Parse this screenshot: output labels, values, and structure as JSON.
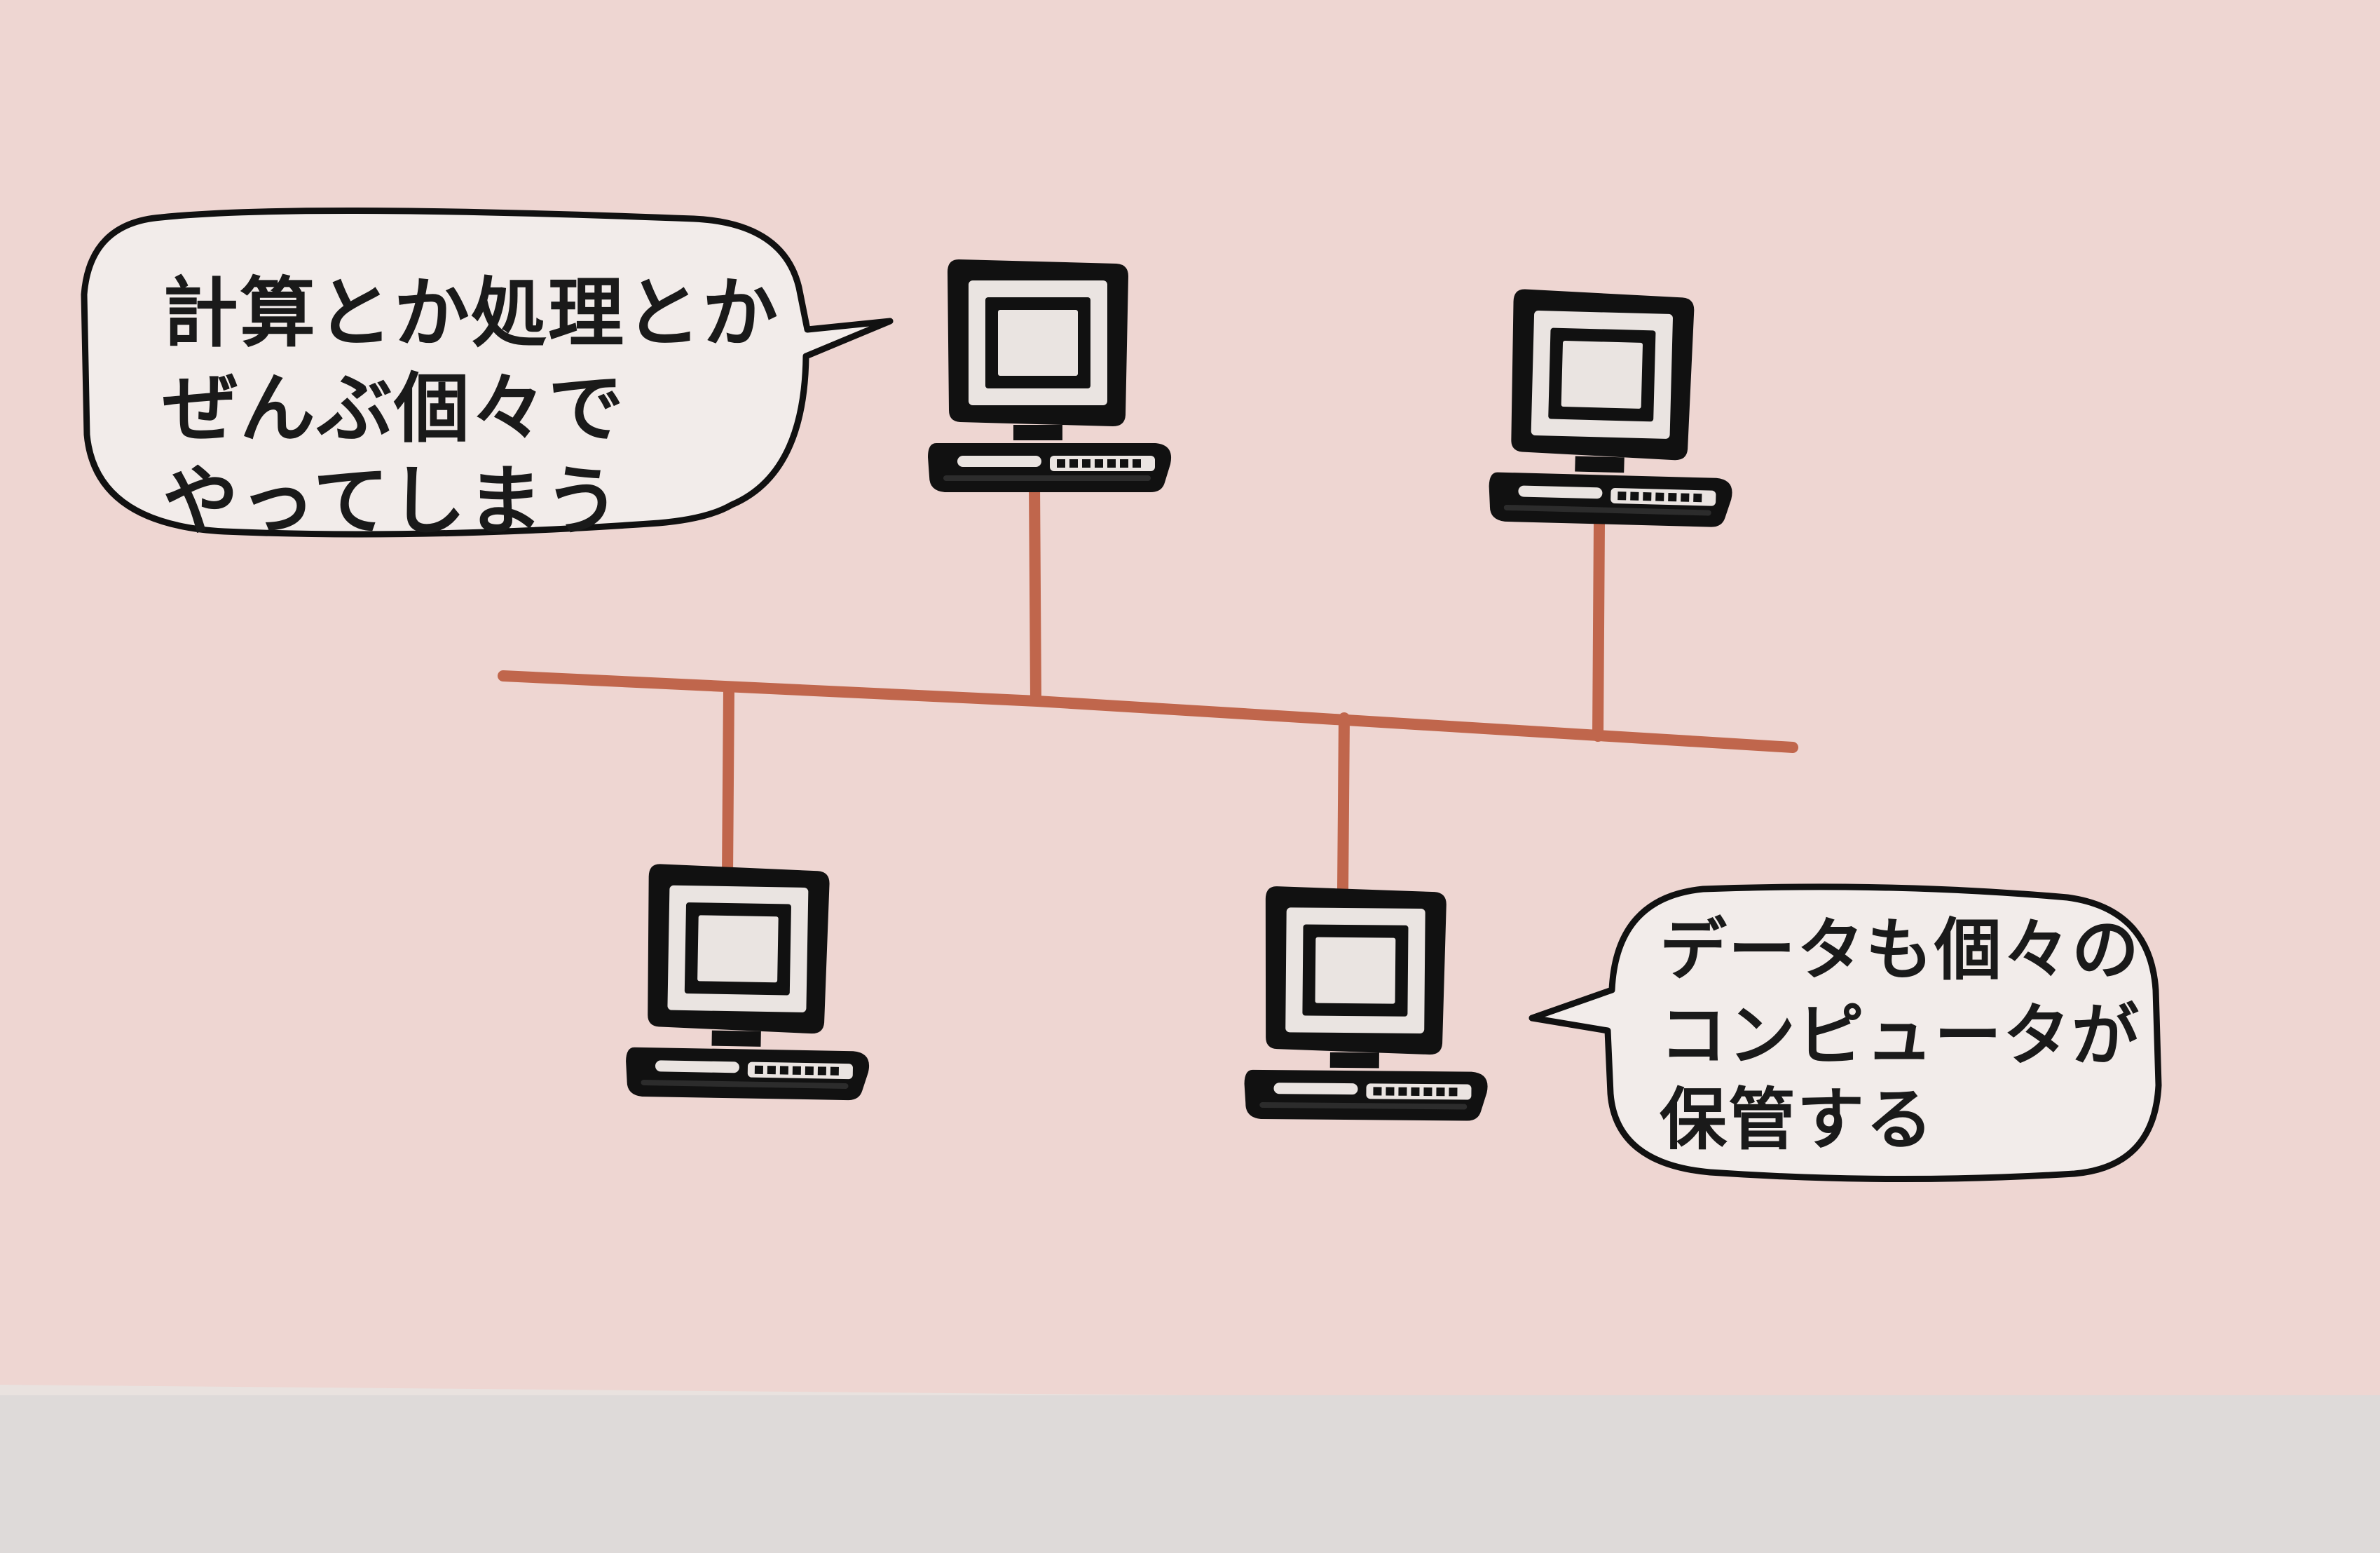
{
  "colors": {
    "page_background": "#e9e2df",
    "panel_background": "#eed6d2",
    "network_line": "#c0664c",
    "outline": "#111111",
    "bubble_fill": "#f2ecea"
  },
  "network": {
    "topology": "bus",
    "computer_count": 4
  },
  "bubbles": {
    "left": {
      "lines": [
        "計算とか処理とか",
        "ぜんぶ個々で",
        "やってしまう"
      ]
    },
    "right": {
      "lines": [
        "データも個々の",
        "コンピュータが",
        "保管する"
      ]
    }
  },
  "icons": {
    "computer": "desktop-computer-icon"
  }
}
